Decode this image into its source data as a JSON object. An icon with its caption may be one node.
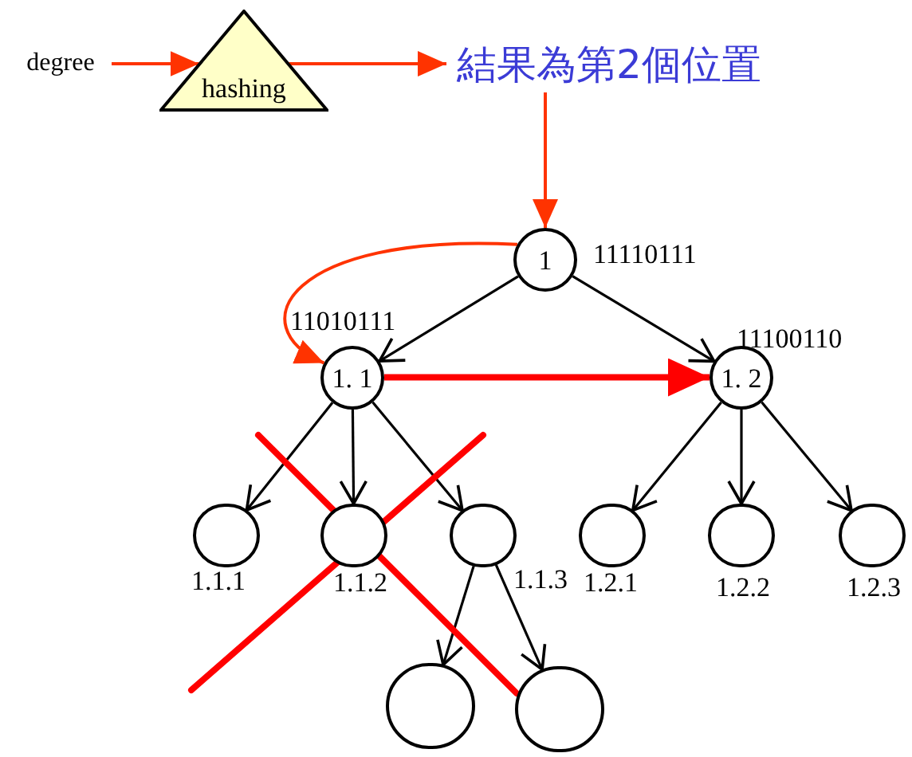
{
  "diagram": {
    "nodes": [
      {
        "text": [
          "degree"
        ]
      },
      {
        "text": [
          "hashing"
        ]
      },
      {
        "text": [
          "結果為第2個位置"
        ]
      },
      {
        "text": [
          "1"
        ],
        "beside": [
          "11110111"
        ]
      },
      {
        "text": [
          "1. 1"
        ],
        "beside": [
          "11010111"
        ]
      },
      {
        "text": [
          "1. 2"
        ],
        "beside": [
          "11100110"
        ]
      },
      {
        "text": [],
        "shape": "circle",
        "beside": [
          "1.1.1"
        ]
      },
      {
        "text": [],
        "shape": "circle",
        "beside": [
          "1.1.2"
        ]
      },
      {
        "text": [],
        "shape": "circle",
        "beside": [
          "1.1.3"
        ]
      },
      {
        "text": [],
        "shape": "circle",
        "beside": [
          "1.2.1"
        ]
      },
      {
        "text": [],
        "shape": "circle",
        "beside": [
          "1.2.2"
        ]
      },
      {
        "text": [],
        "shape": "circle",
        "beside": [
          "1.2.3"
        ]
      },
      {
        "text": [],
        "shape": "circle"
      },
      {
        "text": [],
        "shape": "circle"
      }
    ],
    "edges": [
      {
        "from": 0,
        "to": 1,
        "arrow": "to",
        "color": "#ff3300"
      },
      {
        "from": 1,
        "to": 2,
        "arrow": "to",
        "color": "#ff3300"
      },
      {
        "from": 2,
        "to": 3,
        "arrow": "to",
        "color": "#ff3300"
      },
      {
        "from": 3,
        "to": 4,
        "arrow": "to",
        "color": "#ff3300"
      },
      {
        "from": 3,
        "to": 4,
        "arrow": "to"
      },
      {
        "from": 3,
        "to": 5,
        "arrow": "to"
      },
      {
        "from": 4,
        "to": 5,
        "arrow": "to",
        "style": "thick",
        "color": "#ff0000"
      },
      {
        "from": 4,
        "to": 6,
        "arrow": "to"
      },
      {
        "from": 4,
        "to": 7,
        "arrow": "to"
      },
      {
        "from": 4,
        "to": 8,
        "arrow": "to"
      },
      {
        "from": 5,
        "to": 9,
        "arrow": "to"
      },
      {
        "from": 5,
        "to": 10,
        "arrow": "to"
      },
      {
        "from": 5,
        "to": 11,
        "arrow": "to"
      },
      {
        "from": 8,
        "to": 12,
        "arrow": "to"
      },
      {
        "from": 8,
        "to": 13,
        "arrow": "to"
      }
    ]
  }
}
